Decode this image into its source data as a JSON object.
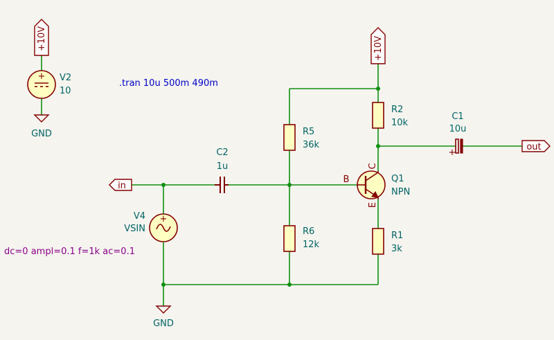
{
  "colors": {
    "background": "#f5f4ef",
    "wire": "#0e8f0e",
    "symbol": "#840000",
    "symbol_fill": "#ffffc2",
    "ref_text": "#006464",
    "directive_text": "#0000c8",
    "source_param_text": "#8a008a",
    "port_fill": "#ffffff"
  },
  "power": {
    "v2_supply": "+10V",
    "q1_supply": "+10V",
    "gnd_left": "GND",
    "gnd_bottom": "GND"
  },
  "labels": {
    "in": "in",
    "out": "out"
  },
  "directive": ".tran 10u 500m 490m",
  "components": {
    "V2": {
      "ref": "V2",
      "value": "10"
    },
    "V4": {
      "ref": "V4",
      "value": "VSIN",
      "params": "dc=0 ampl=0.1 f=1k ac=0.1"
    },
    "C2": {
      "ref": "C2",
      "value": "1u"
    },
    "C1": {
      "ref": "C1",
      "value": "10u"
    },
    "R5": {
      "ref": "R5",
      "value": "36k"
    },
    "R6": {
      "ref": "R6",
      "value": "12k"
    },
    "R2": {
      "ref": "R2",
      "value": "10k"
    },
    "R1": {
      "ref": "R1",
      "value": "3k"
    },
    "Q1": {
      "ref": "Q1",
      "value": "NPN",
      "pin_b": "B",
      "pin_c": "C",
      "pin_e": "E"
    }
  },
  "pin_marks": {
    "plus": "+",
    "minus": "−",
    "c1_plus": "+"
  }
}
